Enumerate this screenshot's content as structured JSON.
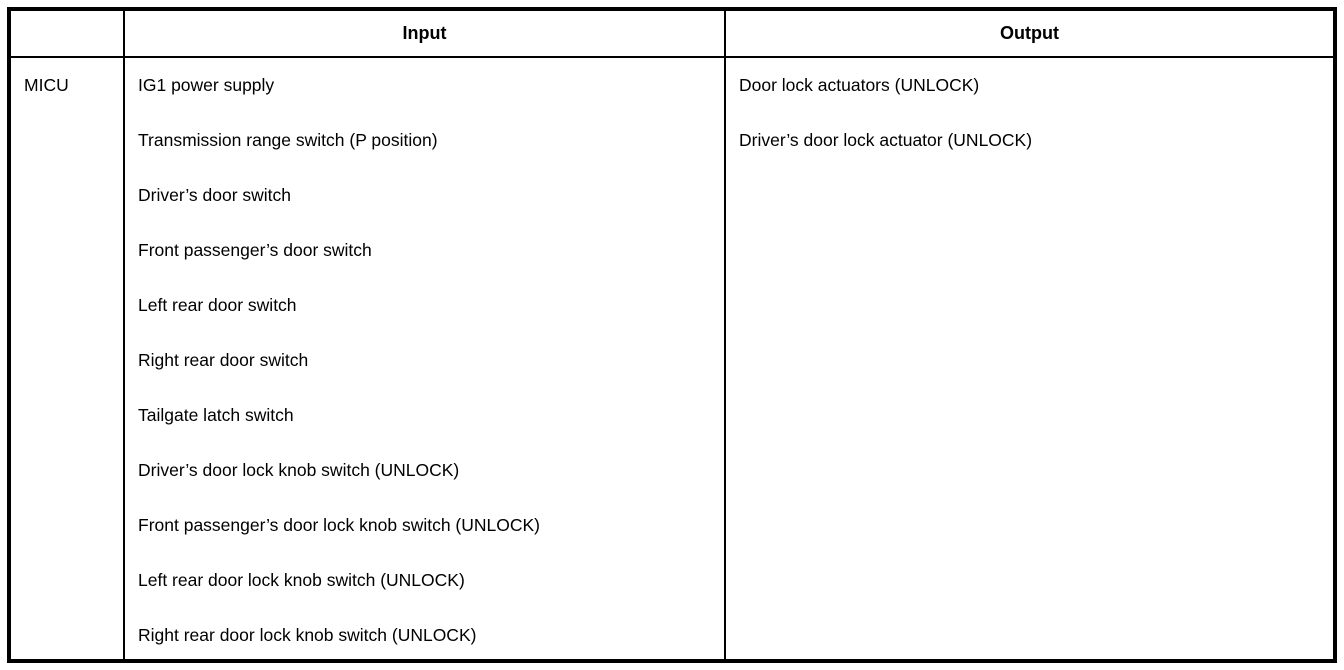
{
  "colors": {
    "border": "#000000",
    "background": "#ffffff",
    "text": "#000000"
  },
  "table": {
    "header": {
      "module_col": "",
      "input_col": "Input",
      "output_col": "Output"
    },
    "row": {
      "module": "MICU",
      "inputs": [
        "IG1 power supply",
        "Transmission range switch (P position)",
        "Driver’s door switch",
        "Front passenger’s door switch",
        "Left rear door switch",
        "Right rear door switch",
        "Tailgate latch switch",
        "Driver’s door lock knob switch (UNLOCK)",
        "Front passenger’s door lock knob switch (UNLOCK)",
        "Left rear door lock knob switch (UNLOCK)",
        "Right rear door lock knob switch (UNLOCK)"
      ],
      "outputs": [
        "Door lock actuators (UNLOCK)",
        "Driver’s door lock actuator (UNLOCK)"
      ]
    }
  }
}
